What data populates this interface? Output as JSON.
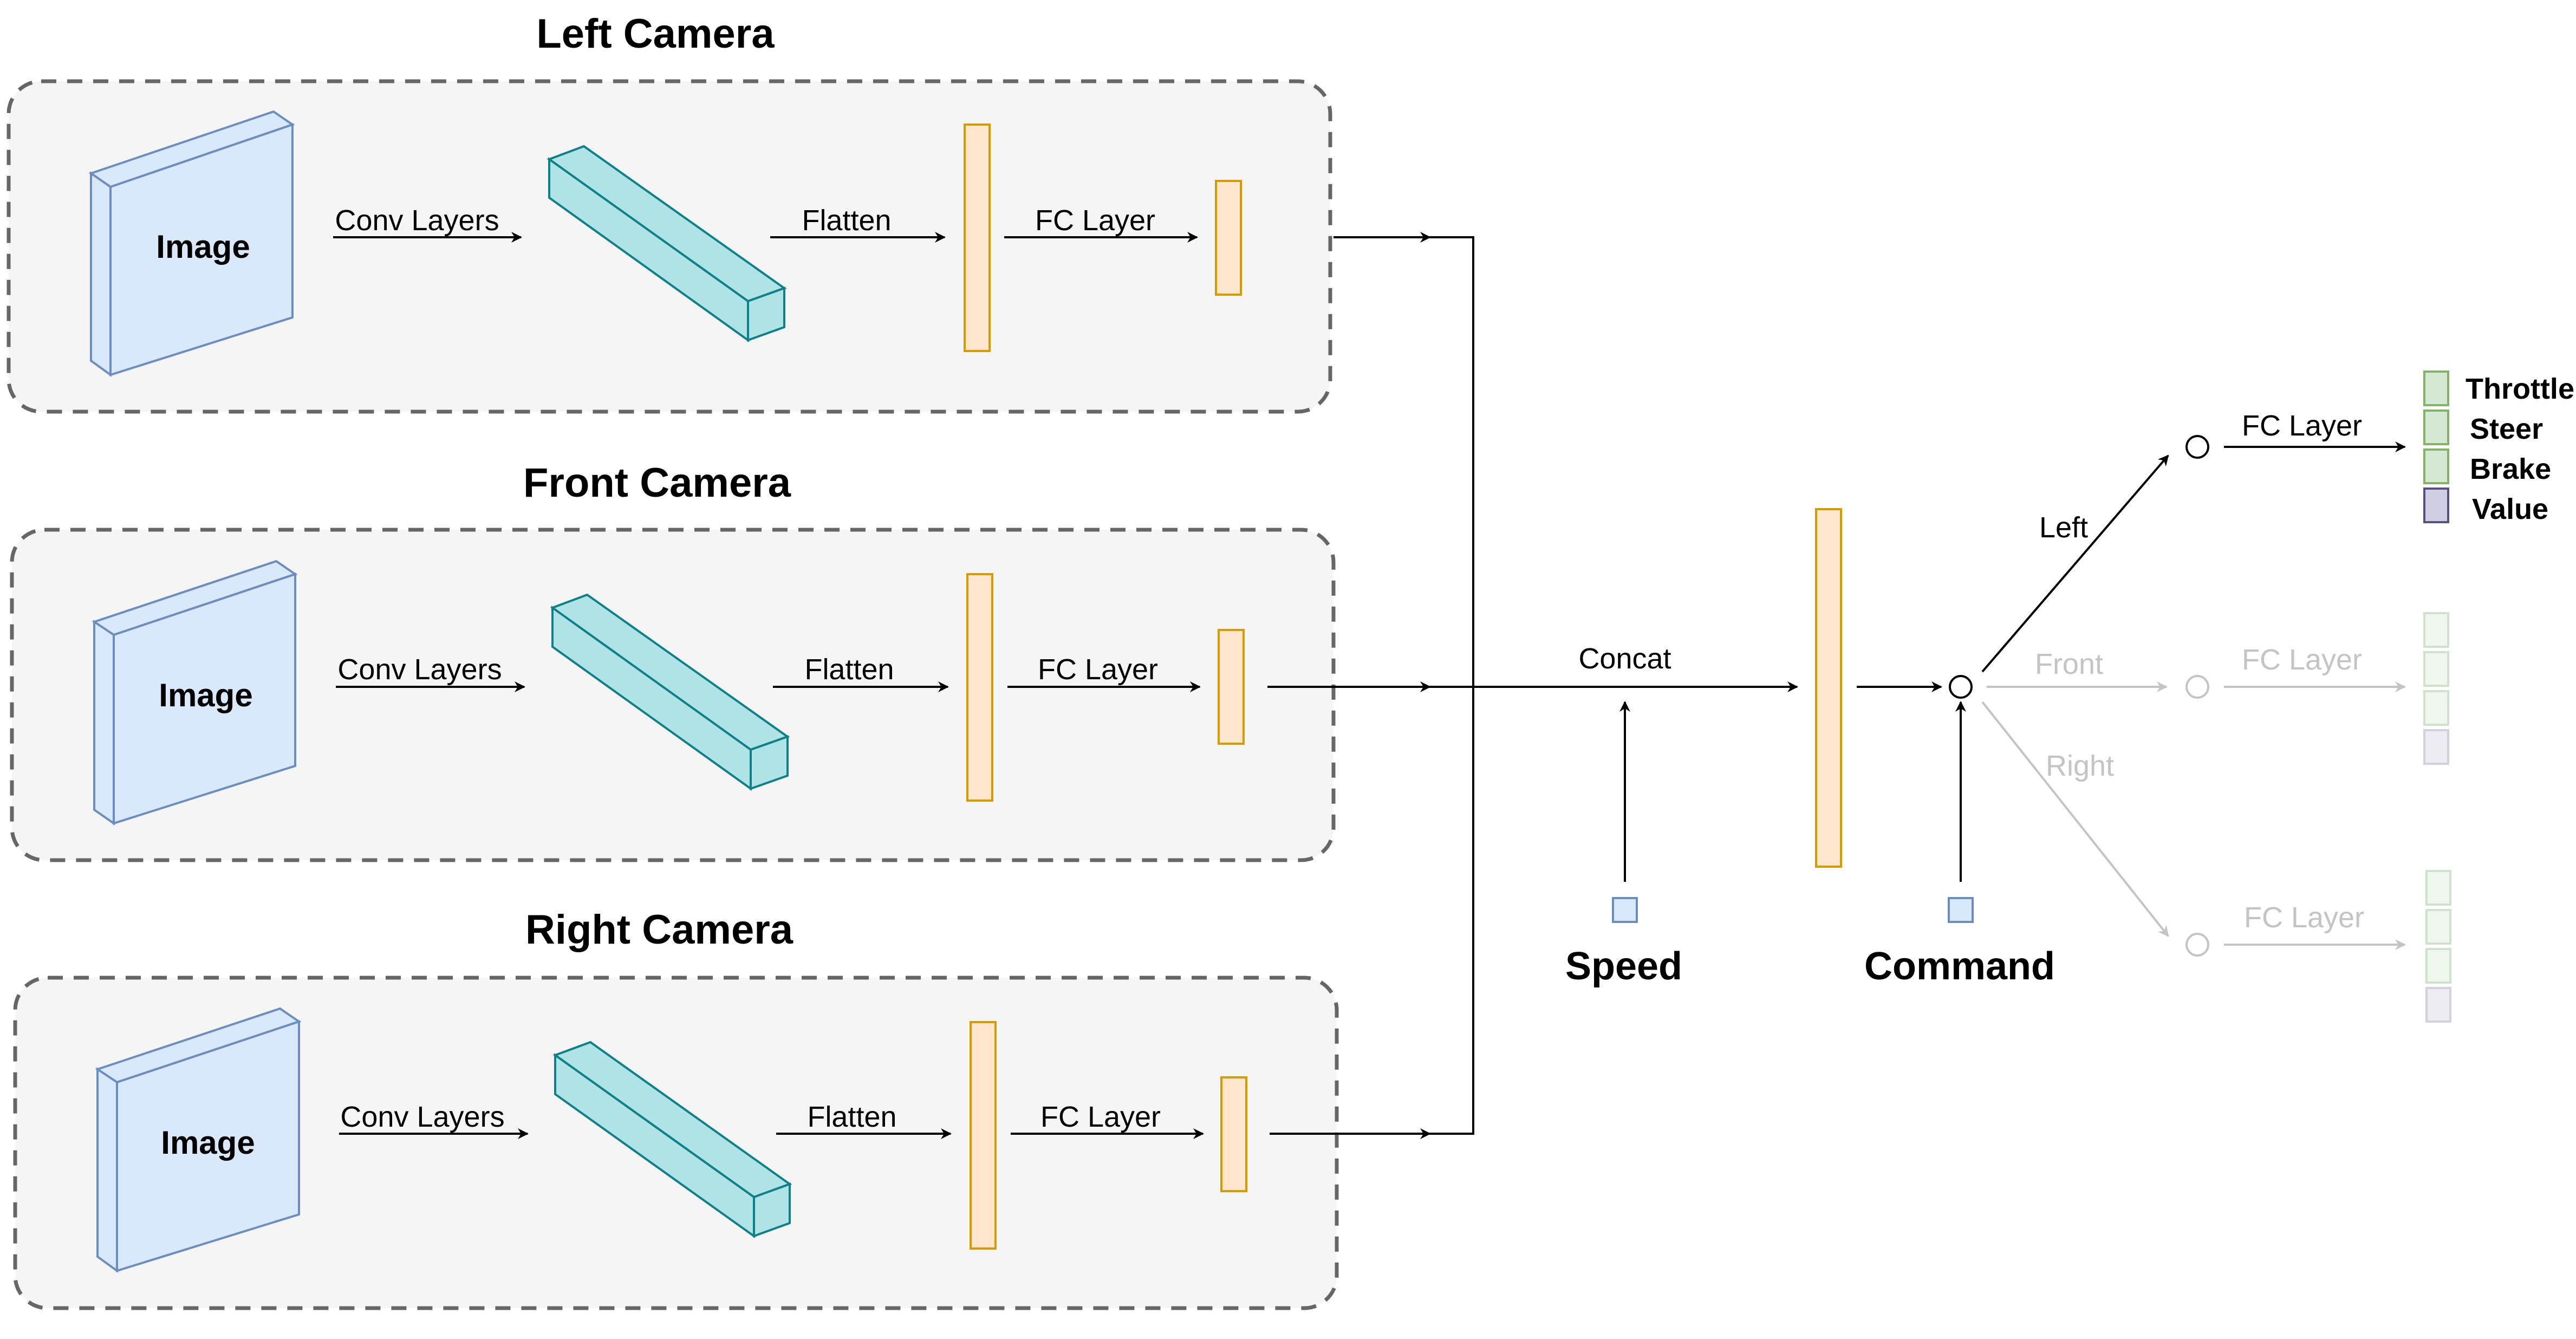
{
  "cameras": [
    {
      "title": "Left Camera",
      "image_label": "Image",
      "conv_label": "Conv Layers",
      "flatten_label": "Flatten",
      "fc_label": "FC Layer"
    },
    {
      "title": "Front Camera",
      "image_label": "Image",
      "conv_label": "Conv Layers",
      "flatten_label": "Flatten",
      "fc_label": "FC Layer"
    },
    {
      "title": "Right Camera",
      "image_label": "Image",
      "conv_label": "Conv Layers",
      "flatten_label": "Flatten",
      "fc_label": "FC Layer"
    }
  ],
  "merge": {
    "concat_label": "Concat",
    "speed_label": "Speed",
    "command_label": "Command"
  },
  "branches": [
    {
      "label": "Left",
      "fc_label": "FC Layer",
      "active": true
    },
    {
      "label": "Front",
      "fc_label": "FC Layer",
      "active": false
    },
    {
      "label": "Right",
      "fc_label": "FC Layer",
      "active": false
    }
  ],
  "outputs": [
    "Throttle",
    "Steer",
    "Brake",
    "Value"
  ],
  "colors": {
    "panel_fill": "#f5f5f5",
    "panel_border": "#666666",
    "image_fill": "#dae8fc",
    "image_stroke": "#6c8ebf",
    "conv_fill": "#b0e3e6",
    "conv_stroke": "#0e8088",
    "fc_fill": "#ffe6cc",
    "fc_stroke": "#d79b00",
    "output_fill": "#d5e8d4",
    "output_stroke": "#82b366",
    "value_fill": "#d0cee2",
    "value_stroke": "#56517e",
    "faint": "#c4c4c4"
  }
}
